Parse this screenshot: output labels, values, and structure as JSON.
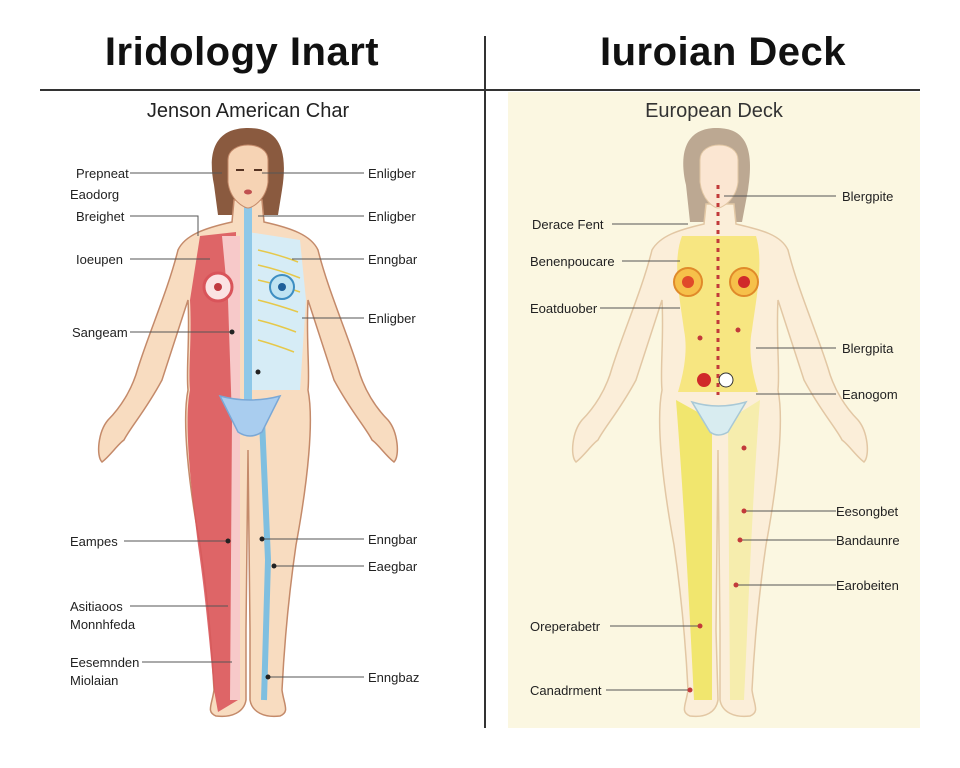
{
  "titles": {
    "left": "Iridology Inart",
    "right": "Iuroian Deck",
    "left_sub": "Jenson American Char",
    "right_sub": "European Deck"
  },
  "left_chart": {
    "labels_left": [
      "Prepneat",
      "Eaodorg",
      "Breighet",
      "Ioeupen",
      "Sangeam",
      "Eampes",
      "Asitiaoos",
      "Monnhfeda",
      "Eesemnden",
      "Miolaian"
    ],
    "labels_right": [
      "Enligber",
      "Enligber",
      "Enngbar",
      "Enligber",
      "Enngbar",
      "Eaegbar",
      "Enngbaz"
    ]
  },
  "right_chart": {
    "labels_left": [
      "Derace Fent",
      "Benenpoucare",
      "Eoatduober",
      "Oreperabetr",
      "Canadrment"
    ],
    "labels_right": [
      "Blergpite",
      "Blergpita",
      "Eanogom",
      "Eesongbet",
      "Bandaunre",
      "Earobeiten"
    ]
  },
  "colors": {
    "skin": "#f8dcc0",
    "outline": "#c48a6a",
    "red_zone": "#d9545a",
    "blue_zone": "#9ccbe6",
    "yellow_zone": "#f2e65c",
    "hair": "#8a5a3f"
  }
}
